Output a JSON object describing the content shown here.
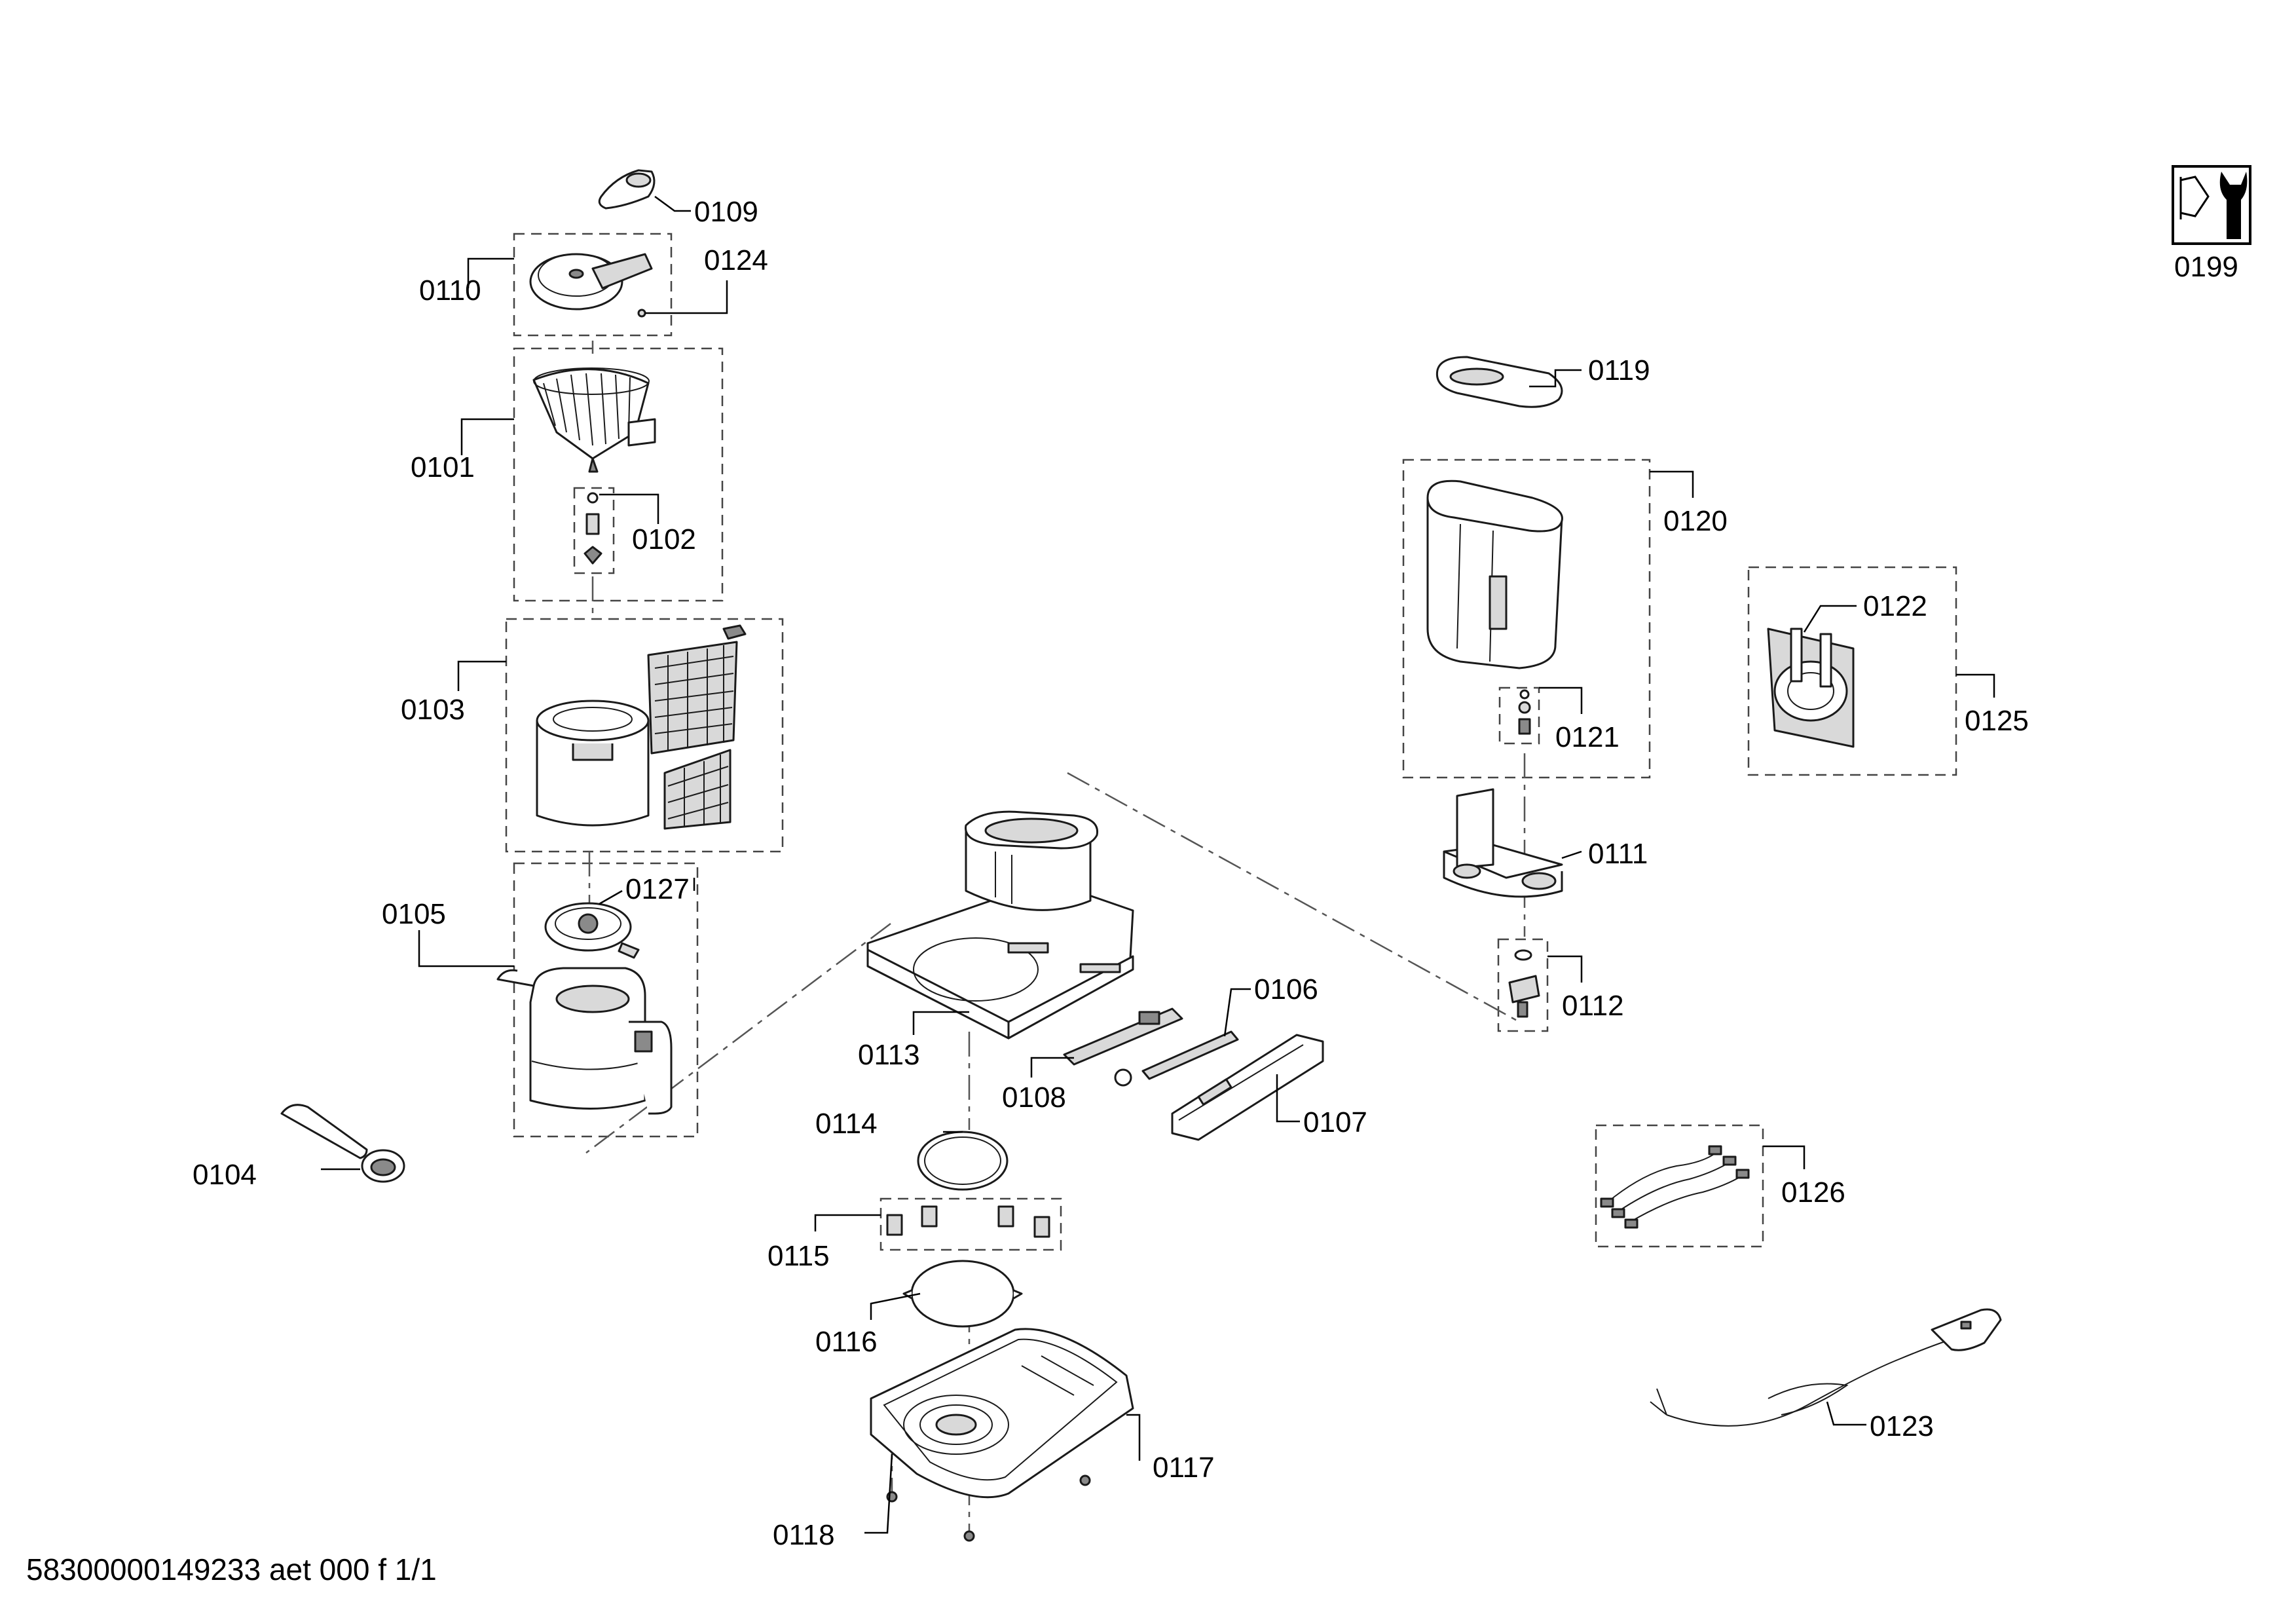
{
  "labels": {
    "p0101": "0101",
    "p0102": "0102",
    "p0103": "0103",
    "p0104": "0104",
    "p0105": "0105",
    "p0106": "0106",
    "p0107": "0107",
    "p0108": "0108",
    "p0109": "0109",
    "p0110": "0110",
    "p0111": "0111",
    "p0112": "0112",
    "p0113": "0113",
    "p0114": "0114",
    "p0115": "0115",
    "p0116": "0116",
    "p0117": "0117",
    "p0118": "0118",
    "p0119": "0119",
    "p0120": "0120",
    "p0121": "0121",
    "p0122": "0122",
    "p0123": "0123",
    "p0124": "0124",
    "p0125": "0125",
    "p0126": "0126",
    "p0127": "0127",
    "p0199": "0199"
  },
  "document_code": "58300000149233 aet 000 f 1/1",
  "icons": {
    "service": "service-wrench-icon"
  },
  "colors": {
    "line": "#000000",
    "background": "#ffffff",
    "part_shade": "#d9d9d9"
  }
}
